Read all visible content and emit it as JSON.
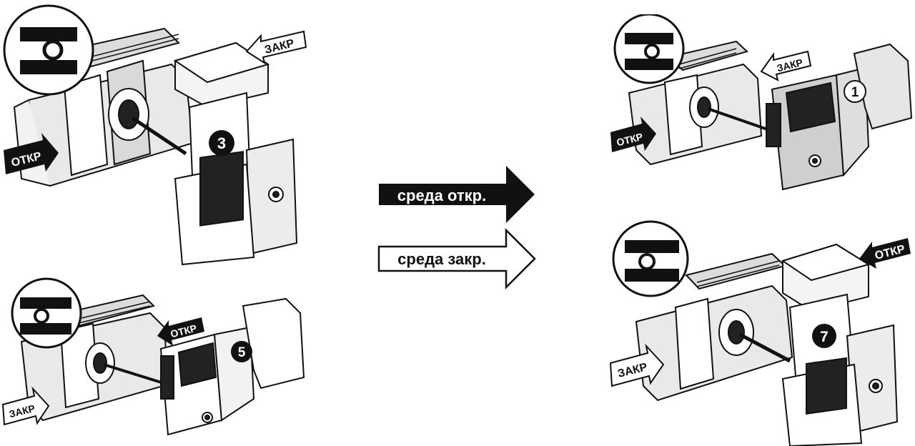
{
  "legend": {
    "open": {
      "label": "среда откр.",
      "fill": "#111111",
      "text_color": "#ffffff"
    },
    "closed": {
      "label": "среда закр.",
      "fill": "#ffffff",
      "text_color": "#111111"
    }
  },
  "panels": [
    {
      "step": "3",
      "label_top": "ЗАКР",
      "label_bottom": "ОТКР",
      "icon": "closed-valve-icon"
    },
    {
      "step": "5",
      "label_top": "ОТКР",
      "label_bottom": "ЗАКР",
      "icon": "open-valve-icon"
    },
    {
      "step": "1",
      "label_top": "ЗАКР",
      "label_bottom": "ОТКР",
      "icon": "closed-valve-icon"
    },
    {
      "step": "7",
      "label_top": "ОТКР",
      "label_bottom": "ЗАКР",
      "icon": "open-valve-icon"
    }
  ],
  "colors": {
    "ink": "#111111",
    "paper": "#ffffff",
    "shade": "#d8d8d8",
    "dark_shade": "#8a8a8a"
  }
}
